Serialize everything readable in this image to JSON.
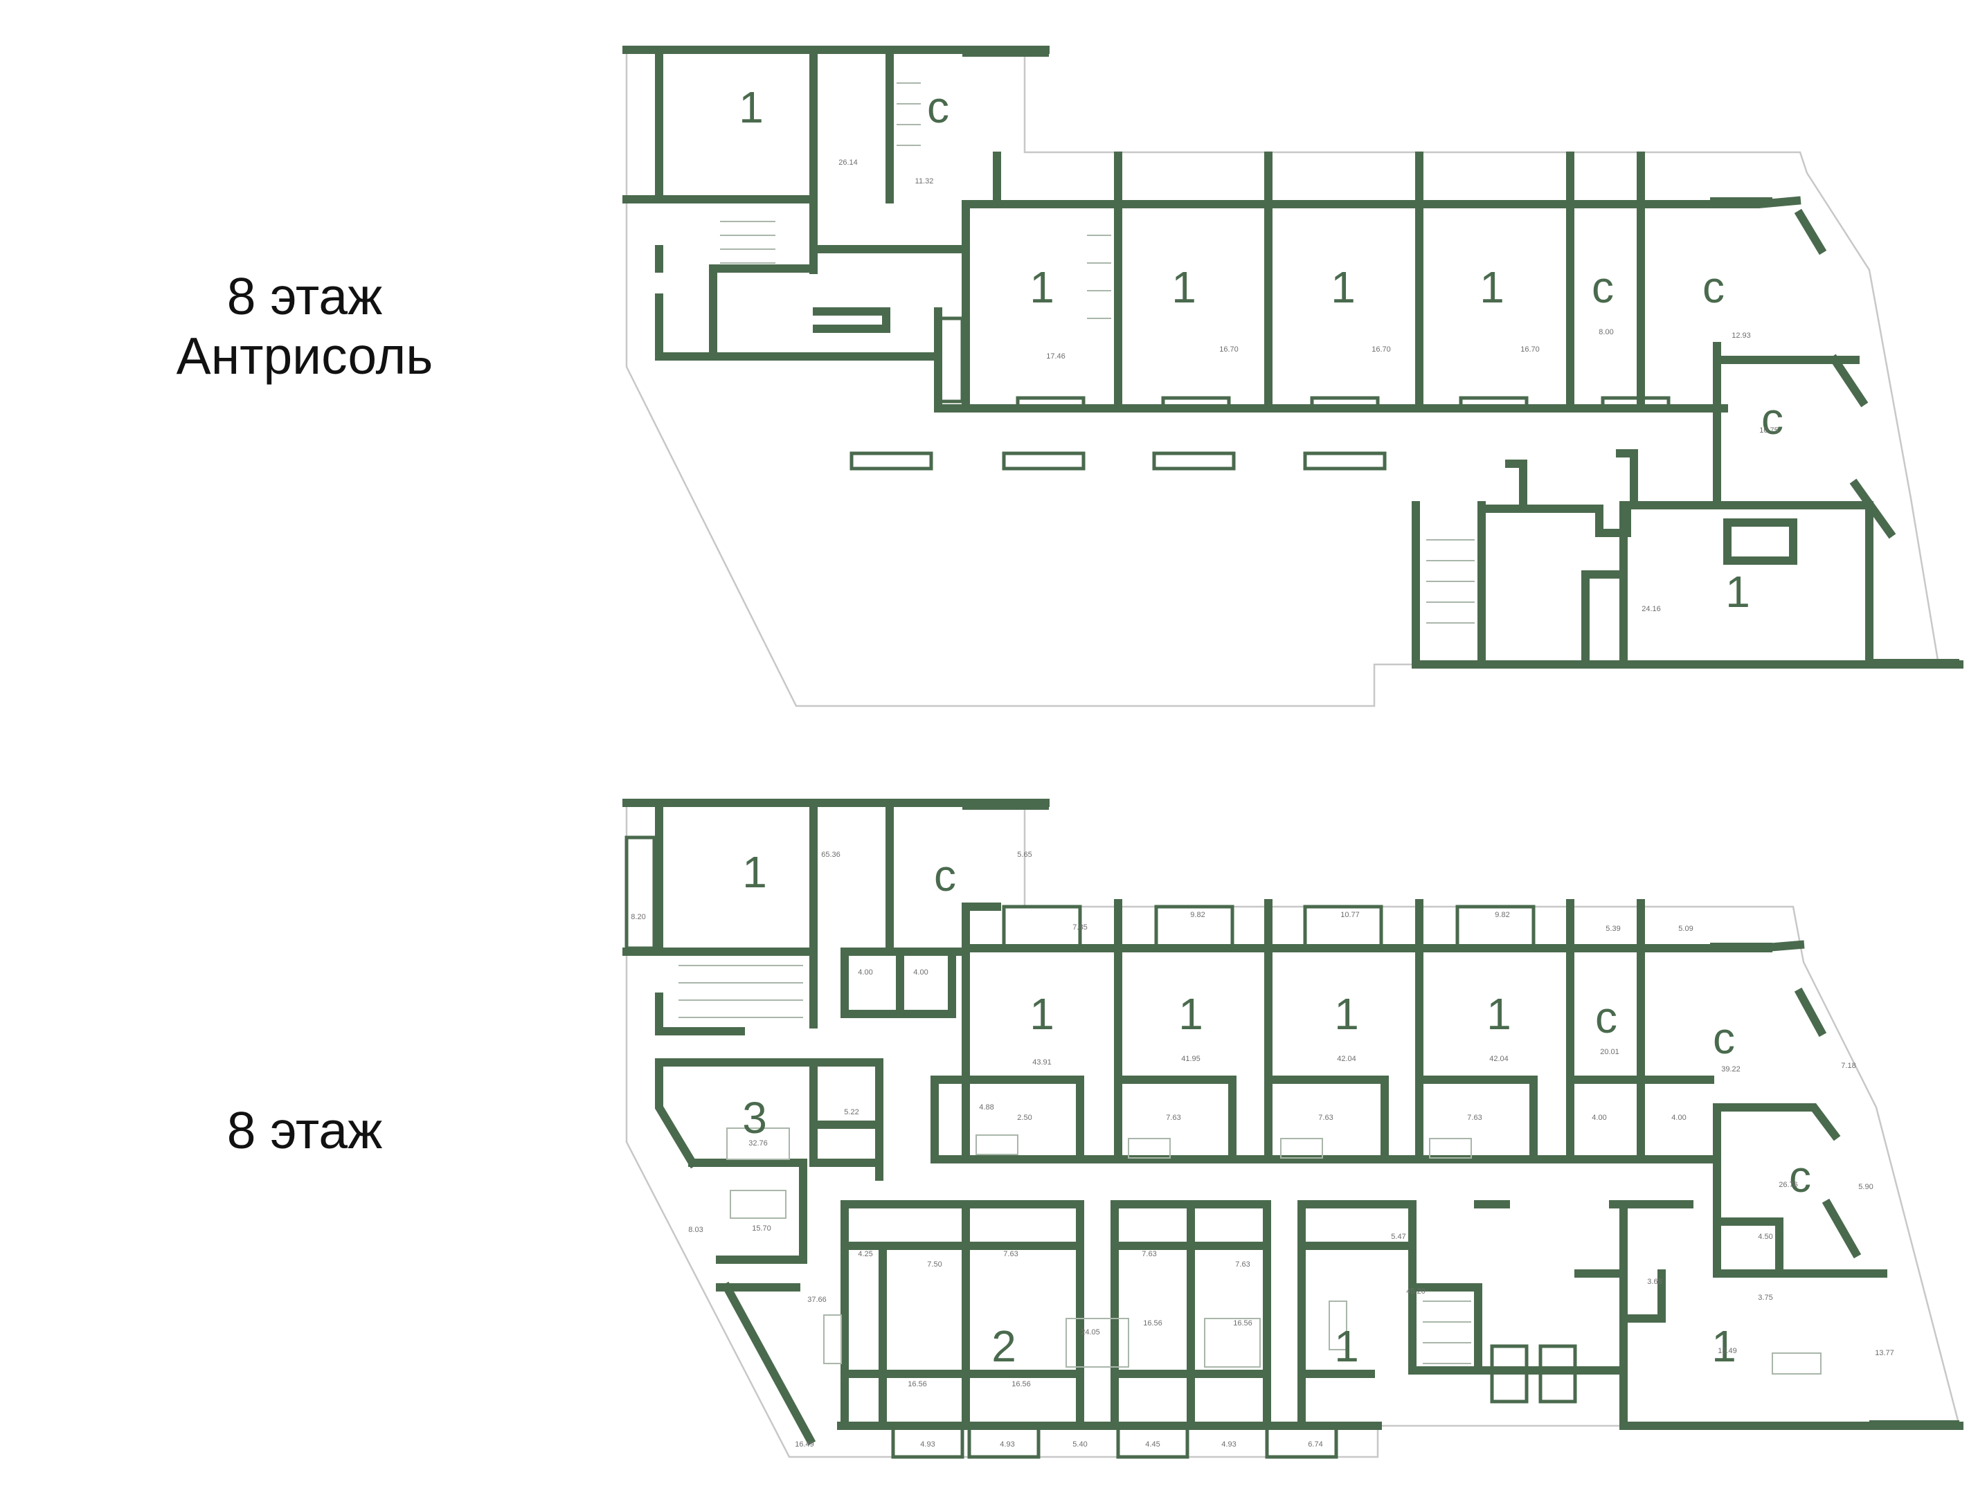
{
  "floors": [
    {
      "title_lines": [
        "8 этаж",
        "Антрисоль"
      ],
      "units": [
        {
          "type": "1",
          "area": "26.14"
        },
        {
          "type": "с",
          "area": "11.32"
        },
        {
          "type": "1",
          "area": "17.46"
        },
        {
          "type": "1",
          "area": "16.70"
        },
        {
          "type": "1",
          "area": "16.70"
        },
        {
          "type": "1",
          "area": "16.70"
        },
        {
          "type": "с",
          "area": "8.00"
        },
        {
          "type": "с",
          "area": "12.93"
        },
        {
          "type": "с",
          "area": "10.75"
        },
        {
          "type": "1",
          "area": "24.16"
        }
      ]
    },
    {
      "title_lines": [
        "8 этаж"
      ],
      "unit_types": [
        "1",
        "с",
        "1",
        "1",
        "1",
        "1",
        "с",
        "с",
        "3",
        "с",
        "2",
        "1",
        "1"
      ],
      "areas": [
        "65.36",
        "8.20",
        "5.65",
        "4.00",
        "4.00",
        "7.85",
        "9.82",
        "10.77",
        "9.82",
        "5.39",
        "5.09",
        "43.91",
        "41.95",
        "42.04",
        "42.04",
        "20.01",
        "39.22",
        "7.18",
        "4.88",
        "2.50",
        "7.63",
        "7.63",
        "7.63",
        "4.00",
        "4.00",
        "32.76",
        "5.22",
        "15.70",
        "8.03",
        "26.76",
        "5.90",
        "4.25",
        "7.50",
        "7.63",
        "7.63",
        "7.63",
        "5.47",
        "45.20",
        "4.50",
        "3.68",
        "3.75",
        "37.66",
        "24.05",
        "16.56",
        "16.56",
        "16.56",
        "16.56",
        "13.49",
        "13.77",
        "16.49",
        "4.93",
        "4.93",
        "5.40",
        "4.45",
        "4.93",
        "6.74"
      ]
    }
  ]
}
